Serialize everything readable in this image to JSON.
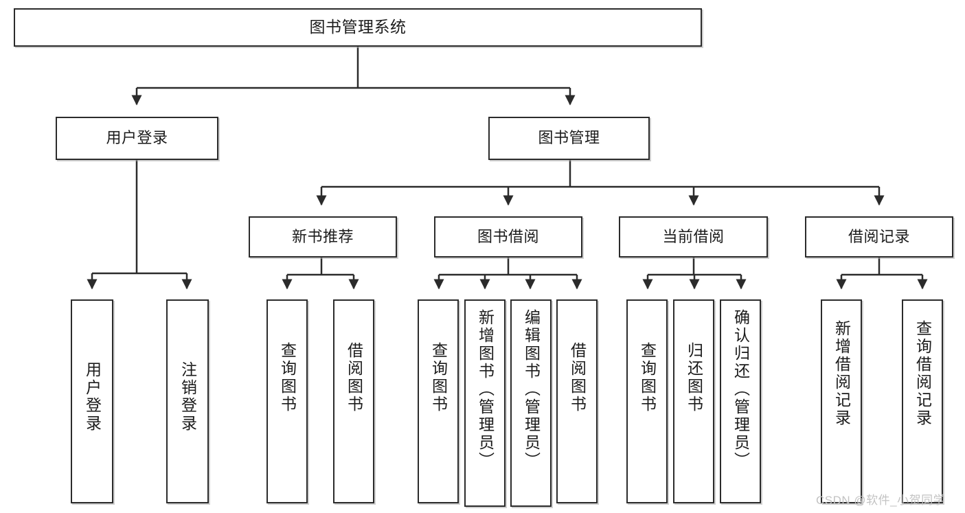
{
  "diagram": {
    "title": "图书管理系统",
    "type": "function-tree",
    "watermark": "CSDN @软件_小贺同学",
    "levels": {
      "root": {
        "label": "图书管理系统"
      },
      "level2": [
        {
          "id": "user-login",
          "label": "用户登录"
        },
        {
          "id": "book-management",
          "label": "图书管理"
        }
      ],
      "level3": [
        {
          "id": "new-book-recommend",
          "label": "新书推荐"
        },
        {
          "id": "book-borrow",
          "label": "图书借阅"
        },
        {
          "id": "current-borrow",
          "label": "当前借阅"
        },
        {
          "id": "borrow-record",
          "label": "借阅记录"
        }
      ],
      "leaves": {
        "user_login": [
          {
            "id": "leaf-user-login",
            "label": "用户登录"
          },
          {
            "id": "leaf-user-logout",
            "label": "注销登录"
          }
        ],
        "new_book_recommend": [
          {
            "id": "leaf-query-book-1",
            "label": "查询图书"
          },
          {
            "id": "leaf-borrow-book-1",
            "label": "借阅图书"
          }
        ],
        "book_borrow": [
          {
            "id": "leaf-query-book-2",
            "label": "查询图书"
          },
          {
            "id": "leaf-add-book",
            "label": "新增图书（管理员）"
          },
          {
            "id": "leaf-edit-book",
            "label": "编辑图书（管理员）"
          },
          {
            "id": "leaf-borrow-book-2",
            "label": "借阅图书"
          }
        ],
        "current_borrow": [
          {
            "id": "leaf-query-book-3",
            "label": "查询图书"
          },
          {
            "id": "leaf-return-book",
            "label": "归还图书"
          },
          {
            "id": "leaf-confirm-return",
            "label": "确认归还（管理员）"
          }
        ],
        "borrow_record": [
          {
            "id": "leaf-add-record",
            "label": "新增借阅记录"
          },
          {
            "id": "leaf-query-record",
            "label": "查询借阅记录"
          }
        ]
      }
    },
    "colors": {
      "border": "#2b2b2b",
      "background": "#ffffff",
      "text": "#1b1b1b",
      "watermark": "#c3c3c3"
    }
  }
}
